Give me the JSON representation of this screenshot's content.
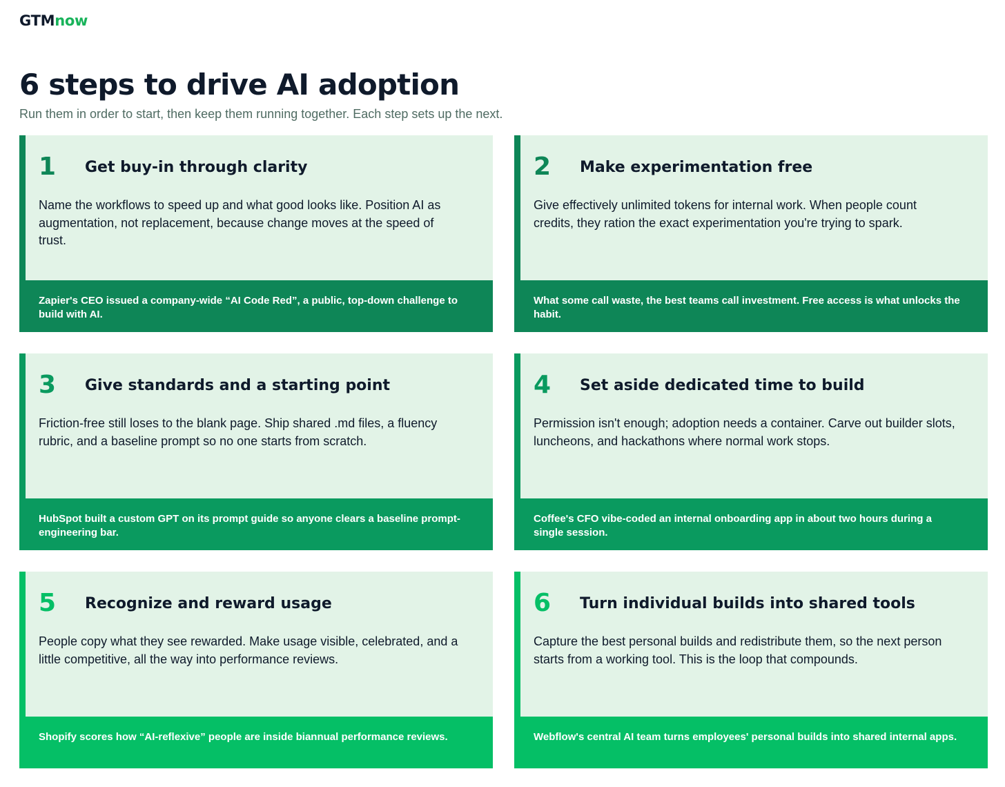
{
  "brand": {
    "logo_main": "GTM",
    "logo_accent": "now"
  },
  "header": {
    "title": "6 steps to drive AI adoption",
    "subtitle": "Run them in order to start, then keep them running together. Each step sets up the next."
  },
  "colors": {
    "row1_accent": "#0e8657",
    "row2_accent": "#0a9a5f",
    "row3_accent": "#05bf66",
    "card_background": "#e2f3e7",
    "logo_accent": "#18b35a"
  },
  "steps": [
    {
      "number": "1",
      "title": "Get buy-in through clarity",
      "description": "Name the workflows to speed up and what good looks like. Position AI as augmentation, not replacement, because change moves at the speed of trust.",
      "example": "Zapier's CEO issued a company-wide “AI Code Red”, a public, top-down challenge to build with AI."
    },
    {
      "number": "2",
      "title": "Make experimentation free",
      "description": "Give effectively unlimited tokens for internal work. When people count credits, they ration the exact experimentation you're trying to spark.",
      "example": "What some call waste, the best teams call investment. Free access is what unlocks the habit."
    },
    {
      "number": "3",
      "title": "Give standards and a starting point",
      "description": "Friction-free still loses to the blank page. Ship shared .md files, a fluency rubric, and a baseline prompt so no one starts from scratch.",
      "example": "HubSpot built a custom GPT on its prompt guide so anyone clears a baseline prompt-engineering bar."
    },
    {
      "number": "4",
      "title": "Set aside dedicated time to build",
      "description": "Permission isn't enough; adoption needs a container. Carve out builder slots, luncheons, and hackathons where normal work stops.",
      "example": "Coffee's CFO vibe-coded an internal onboarding app in about two hours during a single session."
    },
    {
      "number": "5",
      "title": "Recognize and reward usage",
      "description": "People copy what they see rewarded. Make usage visible, celebrated, and a little competitive, all the way into performance reviews.",
      "example": "Shopify scores how “AI-reflexive” people are inside biannual performance reviews."
    },
    {
      "number": "6",
      "title": "Turn individual builds into shared tools",
      "description": "Capture the best personal builds and redistribute them, so the next person starts from a working tool. This is the loop that compounds.",
      "example": "Webflow's central AI team turns employees' personal builds into shared internal apps."
    }
  ]
}
